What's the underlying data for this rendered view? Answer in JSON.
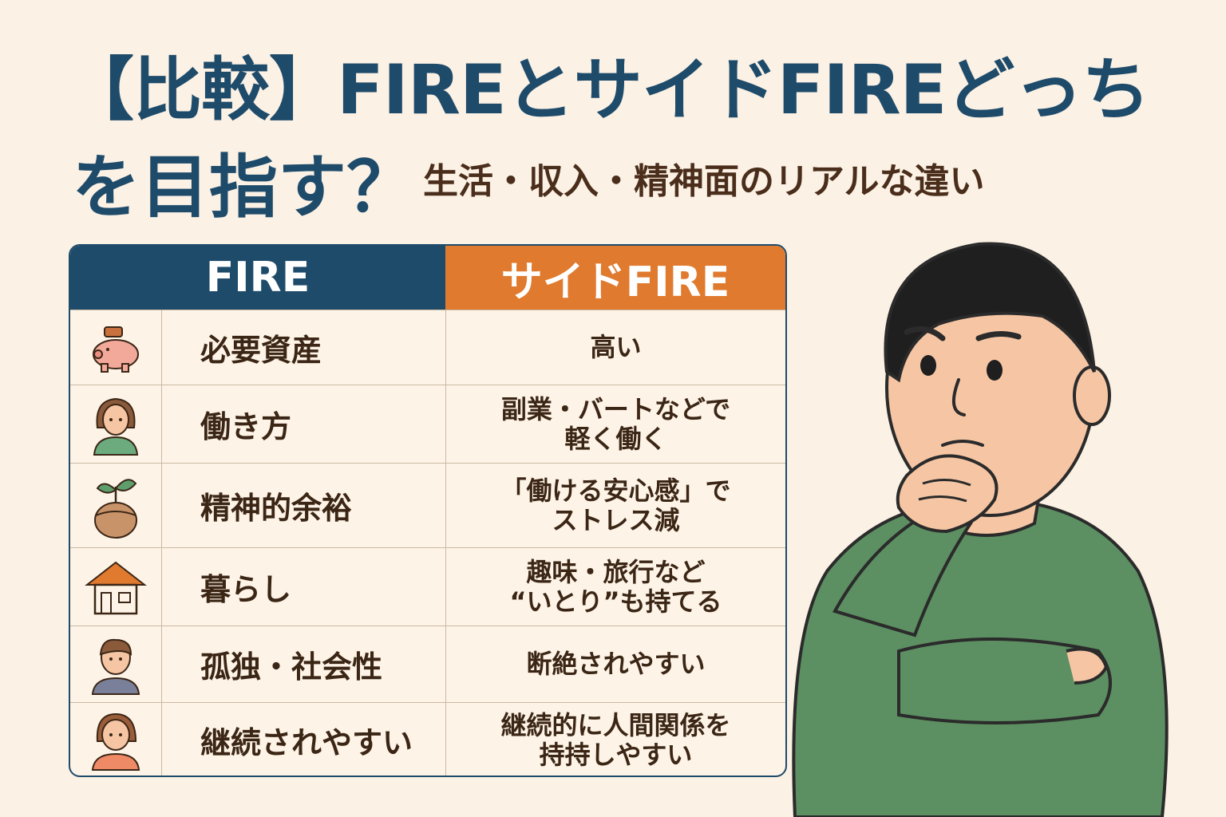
{
  "title": {
    "line1": "【比較】FIREとサイドFIREどっち",
    "line2": "を目指す？",
    "subtitle": "生活・収入・精神面のリアルな違い"
  },
  "table": {
    "headers": {
      "fire": "FIRE",
      "side_fire": "サイドFIRE"
    },
    "rows": [
      {
        "icon": "piggy-bank-icon",
        "label": "必要資産",
        "value": "高い"
      },
      {
        "icon": "woman-icon",
        "label": "働き方",
        "value": "副業・バートなどで\n軽く働く"
      },
      {
        "icon": "sprout-icon",
        "label": "精神的余裕",
        "value": "「働ける安心感」で\nストレス減"
      },
      {
        "icon": "house-icon",
        "label": "暮らし",
        "value": "趣味・旅行など\n“いとり”も持てる"
      },
      {
        "icon": "man-icon",
        "label": "孤独・社会性",
        "value": "断絶されやすい"
      },
      {
        "icon": "girl-icon",
        "label": "継続されやすい",
        "value": "継続的に人間関係を\n持持しやすい"
      }
    ]
  },
  "colors": {
    "background": "#fbf1e4",
    "title": "#1f4b6b",
    "fire_header": "#1f4b6b",
    "side_fire_header": "#e07a2e",
    "text": "#3b2616"
  }
}
